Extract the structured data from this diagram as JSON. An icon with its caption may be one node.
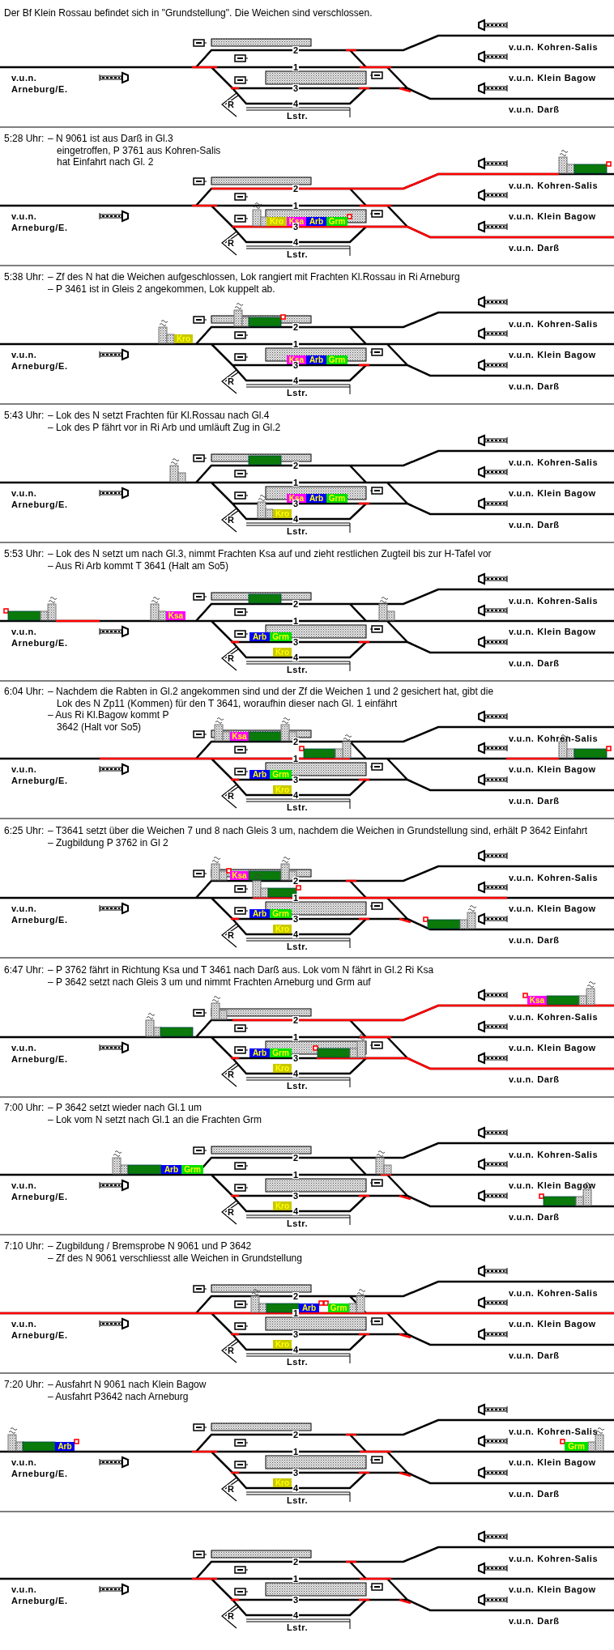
{
  "diagram": {
    "nodes": [
      {
        "text": [
          "Kro"
        ]
      },
      {
        "text": [
          "Ksa"
        ]
      },
      {
        "text": [
          "Arb"
        ]
      },
      {
        "text": [
          "Grm"
        ]
      },
      {
        "text": [
          "Kro"
        ]
      },
      {
        "text": [
          "Ksa"
        ]
      },
      {
        "text": [
          "Arb"
        ]
      },
      {
        "text": [
          "Grm"
        ]
      },
      {
        "text": [
          "Ksa"
        ]
      },
      {
        "text": [
          "Arb"
        ]
      },
      {
        "text": [
          "Grm"
        ]
      },
      {
        "text": [
          "Kro"
        ]
      },
      {
        "text": [
          "Ksa"
        ]
      },
      {
        "text": [
          "Arb"
        ]
      },
      {
        "text": [
          "Grm"
        ]
      },
      {
        "text": [
          "Kro"
        ]
      },
      {
        "text": [
          "Ksa"
        ]
      },
      {
        "text": [
          "Arb"
        ]
      },
      {
        "text": [
          "Grm"
        ]
      },
      {
        "text": [
          "Kro"
        ]
      },
      {
        "text": [
          "Ksa"
        ]
      },
      {
        "text": [
          "Arb"
        ]
      },
      {
        "text": [
          "Grm"
        ]
      },
      {
        "text": [
          "Kro"
        ]
      },
      {
        "text": [
          "Ksa"
        ]
      },
      {
        "text": [
          "Arb"
        ]
      },
      {
        "text": [
          "Grm"
        ]
      },
      {
        "text": [
          "Kro"
        ]
      },
      {
        "text": [
          "Arb"
        ]
      },
      {
        "text": [
          "Grm"
        ]
      },
      {
        "text": [
          "Kro"
        ]
      },
      {
        "text": [
          "Arb"
        ]
      },
      {
        "text": [
          "Grm"
        ]
      },
      {
        "text": [
          "Kro"
        ]
      },
      {
        "text": [
          "Arb"
        ]
      },
      {
        "text": [
          "Grm"
        ]
      },
      {
        "text": [
          "Kro"
        ]
      }
    ],
    "labels": [
      "Der Bf Klein Rossau befindet sich in \"Grundstellung\". Die Weichen sind verschlossen.",
      "v.u.n. Kohren-Salis",
      "2",
      "1",
      "v.u.n. Arneburg/E.",
      "v.u.n. Klein Bagow",
      "3",
      "R",
      "4",
      "v.u.n. Darß",
      "Lstr.",
      "5:28 Uhr:",
      "– N 9061 ist aus Darß in Gl.3 eingetroffen, P 3761 aus Kohren-Salis hat Einfahrt nach Gl. 2",
      "v.u.n. Kohren-Salis",
      "2",
      "1",
      "v.u.n. Arneburg/E.",
      "v.u.n. Klein Bagow",
      "3",
      "R",
      "4",
      "v.u.n. Darß",
      "Lstr.",
      "5:38 Uhr:",
      "– Zf des N hat die Weichen aufgeschlossen, Lok rangiert mit Frachten Kl.Rossau in Ri Arneburg",
      "– P 3461 ist in Gleis 2 angekommen, Lok kuppelt ab.",
      "v.u.n. Kohren-Salis",
      "2",
      "1",
      "v.u.n. Arneburg/E.",
      "v.u.n. Klein Bagow",
      "3",
      "R",
      "4",
      "v.u.n. Darß",
      "Lstr.",
      "5:43 Uhr:",
      "– Lok des N setzt Frachten für Kl.Rossau nach Gl.4",
      "– Lok des P fährt vor in Ri Arb und umläuft Zug in Gl.2",
      "v.u.n. Kohren-Salis",
      "2",
      "1",
      "v.u.n. Arneburg/E.",
      "v.u.n. Klein Bagow",
      "3",
      "R",
      "4",
      "v.u.n. Darß",
      "Lstr.",
      "5:53 Uhr:",
      "– Lok des N setzt um nach Gl.3, nimmt Frachten Ksa auf und zieht restlichen Zugteil bis zur H-Tafel vor",
      "– Aus Ri Arb kommt T 3641 (Halt am So5)",
      "v.u.n. Kohren-Salis",
      "2",
      "1",
      "v.u.n. Arneburg/E.",
      "v.u.n. Klein Bagow",
      "3",
      "R",
      "4",
      "v.u.n. Darß",
      "Lstr.",
      "6:04 Uhr:",
      "– Nachdem die Rabten in Gl.2 angekommen sind und der Zf die Weichen 1 und 2 gesichert hat, gibt die Lok des N Zp11 (Kommen) für den T 3641, woraufhin dieser nach Gl. 1 einfährt",
      "– Aus Ri Kl.Bagow kommt P 3642 (Halt vor So5)",
      "v.u.n. Kohren-Salis",
      "2",
      "1",
      "v.u.n. Arneburg/E.",
      "v.u.n. Klein Bagow",
      "3",
      "R",
      "4",
      "v.u.n. Darß",
      "Lstr.",
      "6:25 Uhr:",
      "– T3641 setzt über die Weichen 7 und 8 nach Gleis 3 um, nachdem die Weichen in Grundstellung sind, erhält P 3642 Einfahrt",
      "– Zugbildung P 3762 in Gl 2",
      "v.u.n. Kohren-Salis",
      "2",
      "1",
      "v.u.n. Arneburg/E.",
      "v.u.n. Klein Bagow",
      "3",
      "R",
      "4",
      "v.u.n. Darß",
      "Lstr.",
      "6:47 Uhr:",
      "– P 3762 fährt in Richtung Ksa und T 3461 nach Darß aus. Lok vom N fährt in Gl.2 Ri Ksa",
      "– P 3642 setzt nach Gleis 3 um und nimmt Frachten Arneburg und Grm auf",
      "v.u.n. Kohren-Salis",
      "2",
      "1",
      "v.u.n. Arneburg/E.",
      "v.u.n. Klein Bagow",
      "3",
      "R",
      "4",
      "v.u.n. Darß",
      "Lstr.",
      "7:00 Uhr:",
      "– P 3642 setzt wieder nach Gl.1 um",
      "– Lok vom N setzt nach Gl.1 an die Frachten Grm",
      "v.u.n. Kohren-Salis",
      "2",
      "1",
      "v.u.n. Arneburg/E.",
      "v.u.n. Klein Bagow",
      "3",
      "R",
      "4",
      "v.u.n. Darß",
      "Lstr.",
      "7:10 Uhr:",
      "– Zugbildung / Bremsprobe N 9061 und P 3642",
      "– Zf des N 9061 verschliesst alle Weichen in Grundstellung",
      "v.u.n. Kohren-Salis",
      "2",
      "1",
      "v.u.n. Arneburg/E.",
      "v.u.n. Klein Bagow",
      "3",
      "R",
      "4",
      "v.u.n. Darß",
      "Lstr.",
      "7:20 Uhr:",
      "– Ausfahrt N 9061 nach Klein Bagow",
      "– Ausfahrt P3642 nach Arneburg",
      "v.u.n. Kohren-Salis",
      "2",
      "1",
      "v.u.n. Arneburg/E.",
      "v.u.n. Klein Bagow",
      "3",
      "R",
      "4",
      "v.u.n. Darß",
      "Lstr.",
      "v.u.n. Kohren-Salis",
      "2",
      "1",
      "v.u.n. Arneburg/E.",
      "v.u.n. Klein Bagow",
      "3",
      "R",
      "4",
      "v.u.n. Darß",
      "Lstr."
    ]
  }
}
